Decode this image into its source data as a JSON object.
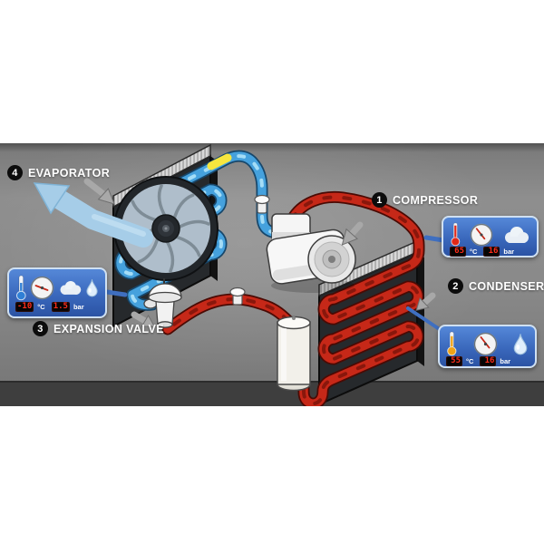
{
  "diagram": {
    "type": "refrigeration-cycle",
    "labels": {
      "compressor": {
        "number": "1",
        "text": "COMPRESSOR"
      },
      "condenser": {
        "number": "2",
        "text": "CONDENSER"
      },
      "expansion_valve": {
        "number": "3",
        "text": "EXPANSION VALVE"
      },
      "evaporator": {
        "number": "4",
        "text": "EVAPORATOR"
      }
    },
    "panels": {
      "evaporator_inlet": {
        "temperature": "-10",
        "temperature_unit": "°C",
        "pressure": "1.5",
        "pressure_unit": "bar",
        "state": "vapor + liquid mist",
        "thermo_style": "color:#2f7fd6"
      },
      "compressor_discharge": {
        "temperature": "65",
        "temperature_unit": "°C",
        "pressure": "16",
        "pressure_unit": "bar",
        "state": "superheated vapor",
        "thermo_style": "color:#e02818"
      },
      "condenser_outlet": {
        "temperature": "55",
        "temperature_unit": "°C",
        "pressure": "16",
        "pressure_unit": "bar",
        "state": "liquid",
        "thermo_style": "color:#f0a418"
      }
    },
    "colors": {
      "cold_line": "#45a1dd",
      "hot_line": "#c62818",
      "panel_blue": "#3f6fc0",
      "background_gray": "#868686",
      "sensor_marker_yellow": "#f7e63e"
    }
  }
}
